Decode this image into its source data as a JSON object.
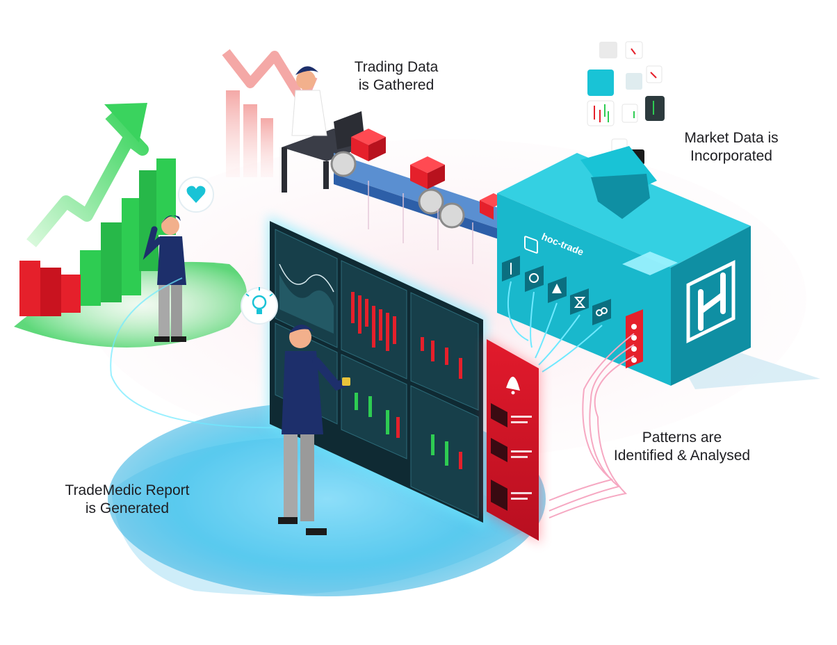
{
  "captions": {
    "trading": {
      "line1": "Trading Data",
      "line2": "is Gathered"
    },
    "market": {
      "line1": "Market Data is",
      "line2": "Incorporated"
    },
    "patterns": {
      "line1": "Patterns are",
      "line2": "Identified & Analysed"
    },
    "report": {
      "line1": "TradeMedic Report",
      "line2": "is Generated"
    }
  },
  "brand": {
    "name": "hoc-trade"
  },
  "colors": {
    "teal": "#19c3d6",
    "teal_dark": "#0f8fa3",
    "teal_shadow": "#0b6f80",
    "green": "#2ecc52",
    "red": "#e5202b",
    "navy": "#1d2f6b",
    "screen": "#123038",
    "glow": "#6fe9ff"
  },
  "icons": [
    "candlestick-icon",
    "speed-icon",
    "alert-icon",
    "hourglass-icon",
    "coins-icon",
    "heart-icon",
    "lightbulb-icon",
    "bell-icon"
  ]
}
